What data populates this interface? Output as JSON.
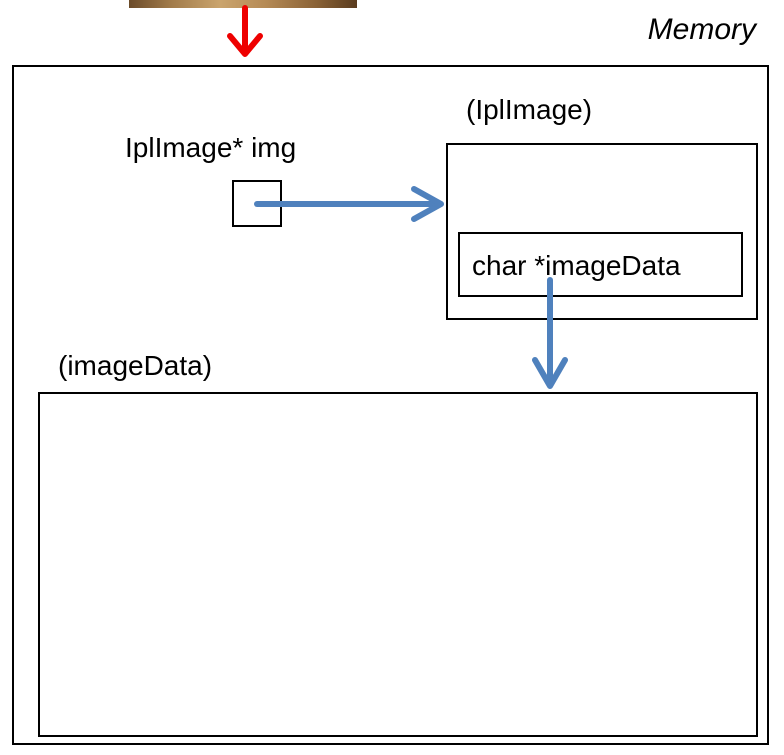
{
  "memory": {
    "label": "Memory"
  },
  "pointer": {
    "label": "IplImage* img"
  },
  "iplimage": {
    "label": "(IplImage)",
    "field_label": "char *imageData"
  },
  "imagedata": {
    "label": "(imageData)"
  },
  "colors": {
    "input_arrow": "#ee0000",
    "pointer_arrow": "#4f81bd",
    "outline": "#000000"
  },
  "icons": {
    "input_image": "photo-thumbnail",
    "input_arrow": "arrow-down-icon",
    "pointer_arrows": "arrow-right-icon"
  }
}
